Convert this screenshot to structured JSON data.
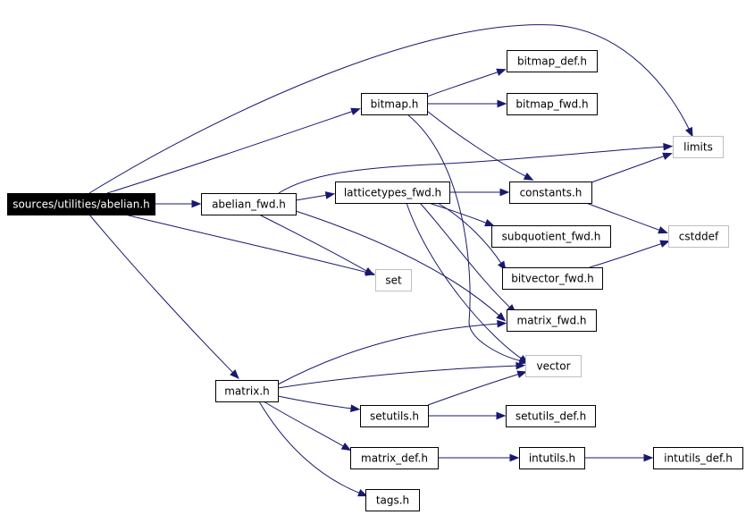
{
  "colors": {
    "edge": "#191970",
    "root_fill": "#000000",
    "root_text": "#ffffff",
    "node_fill": "#ffffff",
    "node_border": "#000000",
    "external_border": "#bfbfbf",
    "text": "#000000"
  },
  "graph": {
    "nodes": [
      {
        "id": "abelian_h",
        "label": "sources/utilities/abelian.h",
        "kind": "root"
      },
      {
        "id": "abelian_fwd",
        "label": "abelian_fwd.h",
        "kind": "file"
      },
      {
        "id": "bitmap_h",
        "label": "bitmap.h",
        "kind": "file"
      },
      {
        "id": "bitmap_def",
        "label": "bitmap_def.h",
        "kind": "file"
      },
      {
        "id": "bitmap_fwd",
        "label": "bitmap_fwd.h",
        "kind": "file"
      },
      {
        "id": "limits",
        "label": "limits",
        "kind": "external"
      },
      {
        "id": "latticetypes_fwd",
        "label": "latticetypes_fwd.h",
        "kind": "file"
      },
      {
        "id": "constants_h",
        "label": "constants.h",
        "kind": "file"
      },
      {
        "id": "cstddef",
        "label": "cstddef",
        "kind": "external"
      },
      {
        "id": "subquotient_fwd",
        "label": "subquotient_fwd.h",
        "kind": "file"
      },
      {
        "id": "set",
        "label": "set",
        "kind": "external"
      },
      {
        "id": "bitvector_fwd",
        "label": "bitvector_fwd.h",
        "kind": "file"
      },
      {
        "id": "matrix_fwd",
        "label": "matrix_fwd.h",
        "kind": "file"
      },
      {
        "id": "vector",
        "label": "vector",
        "kind": "external"
      },
      {
        "id": "matrix_h",
        "label": "matrix.h",
        "kind": "file"
      },
      {
        "id": "setutils_h",
        "label": "setutils.h",
        "kind": "file"
      },
      {
        "id": "setutils_def",
        "label": "setutils_def.h",
        "kind": "file"
      },
      {
        "id": "matrix_def",
        "label": "matrix_def.h",
        "kind": "file"
      },
      {
        "id": "intutils_h",
        "label": "intutils.h",
        "kind": "file"
      },
      {
        "id": "intutils_def",
        "label": "intutils_def.h",
        "kind": "file"
      },
      {
        "id": "tags_h",
        "label": "tags.h",
        "kind": "file"
      }
    ],
    "edges": [
      {
        "from": "abelian_h",
        "to": "limits"
      },
      {
        "from": "abelian_h",
        "to": "bitmap_h"
      },
      {
        "from": "abelian_h",
        "to": "abelian_fwd"
      },
      {
        "from": "abelian_h",
        "to": "set"
      },
      {
        "from": "abelian_h",
        "to": "matrix_h"
      },
      {
        "from": "bitmap_h",
        "to": "bitmap_def"
      },
      {
        "from": "bitmap_h",
        "to": "bitmap_fwd"
      },
      {
        "from": "bitmap_h",
        "to": "constants_h"
      },
      {
        "from": "bitmap_h",
        "to": "vector"
      },
      {
        "from": "abelian_fwd",
        "to": "limits"
      },
      {
        "from": "abelian_fwd",
        "to": "latticetypes_fwd"
      },
      {
        "from": "abelian_fwd",
        "to": "set"
      },
      {
        "from": "abelian_fwd",
        "to": "matrix_fwd"
      },
      {
        "from": "latticetypes_fwd",
        "to": "constants_h"
      },
      {
        "from": "latticetypes_fwd",
        "to": "subquotient_fwd"
      },
      {
        "from": "latticetypes_fwd",
        "to": "bitvector_fwd"
      },
      {
        "from": "latticetypes_fwd",
        "to": "matrix_fwd"
      },
      {
        "from": "latticetypes_fwd",
        "to": "vector"
      },
      {
        "from": "constants_h",
        "to": "limits"
      },
      {
        "from": "constants_h",
        "to": "cstddef"
      },
      {
        "from": "bitvector_fwd",
        "to": "cstddef"
      },
      {
        "from": "matrix_h",
        "to": "matrix_fwd"
      },
      {
        "from": "matrix_h",
        "to": "vector"
      },
      {
        "from": "matrix_h",
        "to": "setutils_h"
      },
      {
        "from": "matrix_h",
        "to": "matrix_def"
      },
      {
        "from": "matrix_h",
        "to": "tags_h"
      },
      {
        "from": "setutils_h",
        "to": "vector"
      },
      {
        "from": "setutils_h",
        "to": "setutils_def"
      },
      {
        "from": "matrix_def",
        "to": "intutils_h"
      },
      {
        "from": "intutils_h",
        "to": "intutils_def"
      }
    ]
  }
}
